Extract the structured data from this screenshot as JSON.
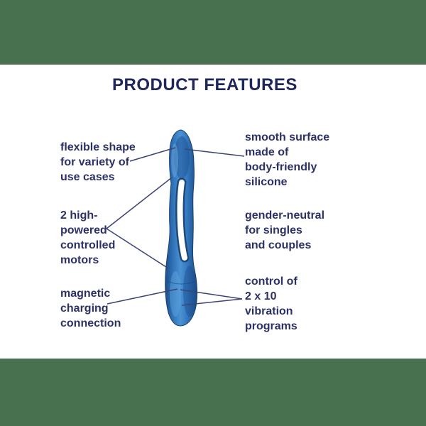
{
  "title": "PRODUCT FEATURES",
  "colors": {
    "background_green": "#48724f",
    "panel_white": "#ffffff",
    "title_navy": "#1f2659",
    "label_navy": "#2b3166",
    "connector_navy": "#3c4375",
    "product_blue": "#2e6fb5",
    "product_blue_dark": "#1d4e88",
    "product_blue_light": "#4a92d3"
  },
  "illustration": {
    "name": "blue-flexible-silicone-device",
    "slot_color": "#ffffff"
  },
  "callouts": {
    "left": [
      {
        "id": "flexible-shape",
        "text": "flexible shape\nfor variety of\nuse cases"
      },
      {
        "id": "dual-motors",
        "text": "2 high-\npowered\ncontrolled\nmotors"
      },
      {
        "id": "magnetic-charging",
        "text": "magnetic\ncharging\nconnection"
      }
    ],
    "right": [
      {
        "id": "smooth-surface",
        "text": "smooth surface\nmade of\nbody-friendly\nsilicone"
      },
      {
        "id": "gender-neutral",
        "text": "gender-neutral\nfor singles\nand couples"
      },
      {
        "id": "vibration-programs",
        "text": "control of\n2 x 10\nvibration\nprograms"
      }
    ]
  }
}
